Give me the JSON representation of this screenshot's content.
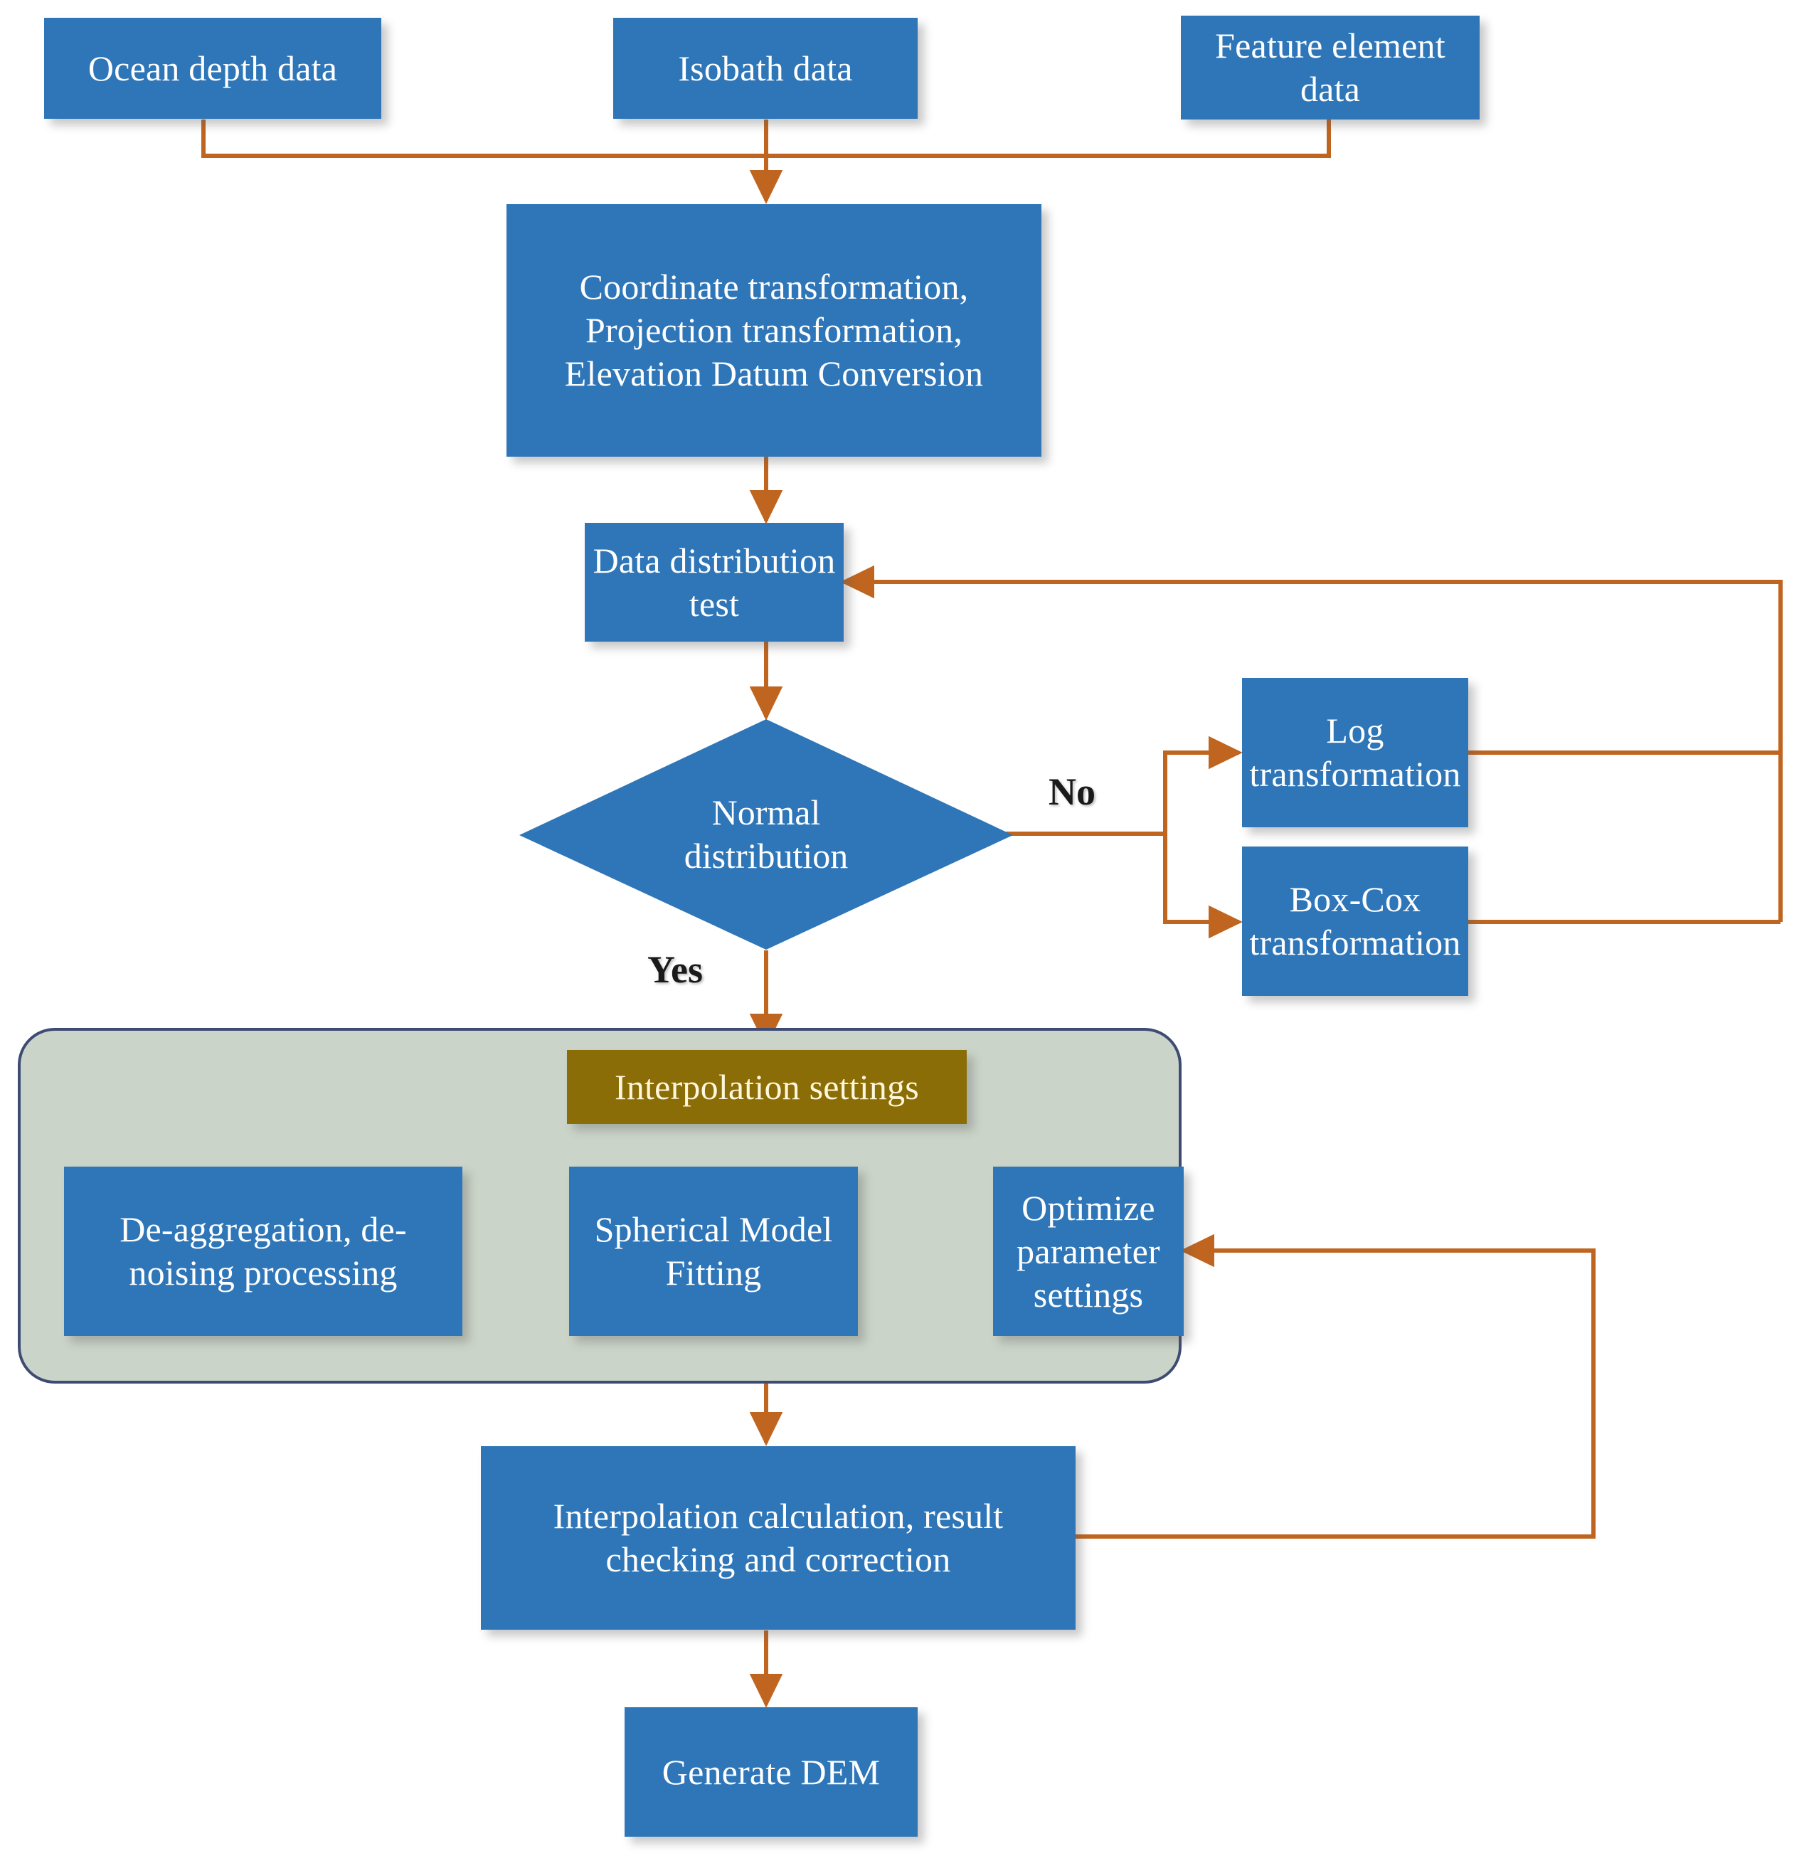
{
  "diagram": {
    "title": "DEM generation workflow flowchart",
    "colors": {
      "node_fill": "#2E76B8",
      "highlight_fill": "#8B6D07",
      "group_fill": "#CBD4C9",
      "group_border": "#3E4C74",
      "connector": "#C0651F",
      "node_text": "#FFFFFF"
    }
  },
  "nodes": {
    "ocean_depth": "Ocean depth data",
    "isobath": "Isobath data",
    "feature_element": "Feature element data",
    "coordinate": "Coordinate transformation, Projection transformation, Elevation Datum Conversion",
    "coordinate_l1": "Coordinate transformation,",
    "coordinate_l2": "Projection transformation,",
    "coordinate_l3": "Elevation Datum Conversion",
    "data_dist_test": "Data distribution test",
    "normal_distribution": "Normal distribution",
    "log_transformation": "Log transformation",
    "boxcox_transformation": "Box-Cox transformation",
    "interpolation_settings": "Interpolation settings",
    "de_aggregation": "De-aggregation, de-noising processing",
    "spherical_model": "Spherical Model Fitting",
    "optimize_parameters": "Optimize parameter settings",
    "interpolation_calc": "Interpolation calculation, result checking and correction",
    "generate_dem": "Generate DEM"
  },
  "edge_labels": {
    "no": "No",
    "yes": "Yes"
  }
}
